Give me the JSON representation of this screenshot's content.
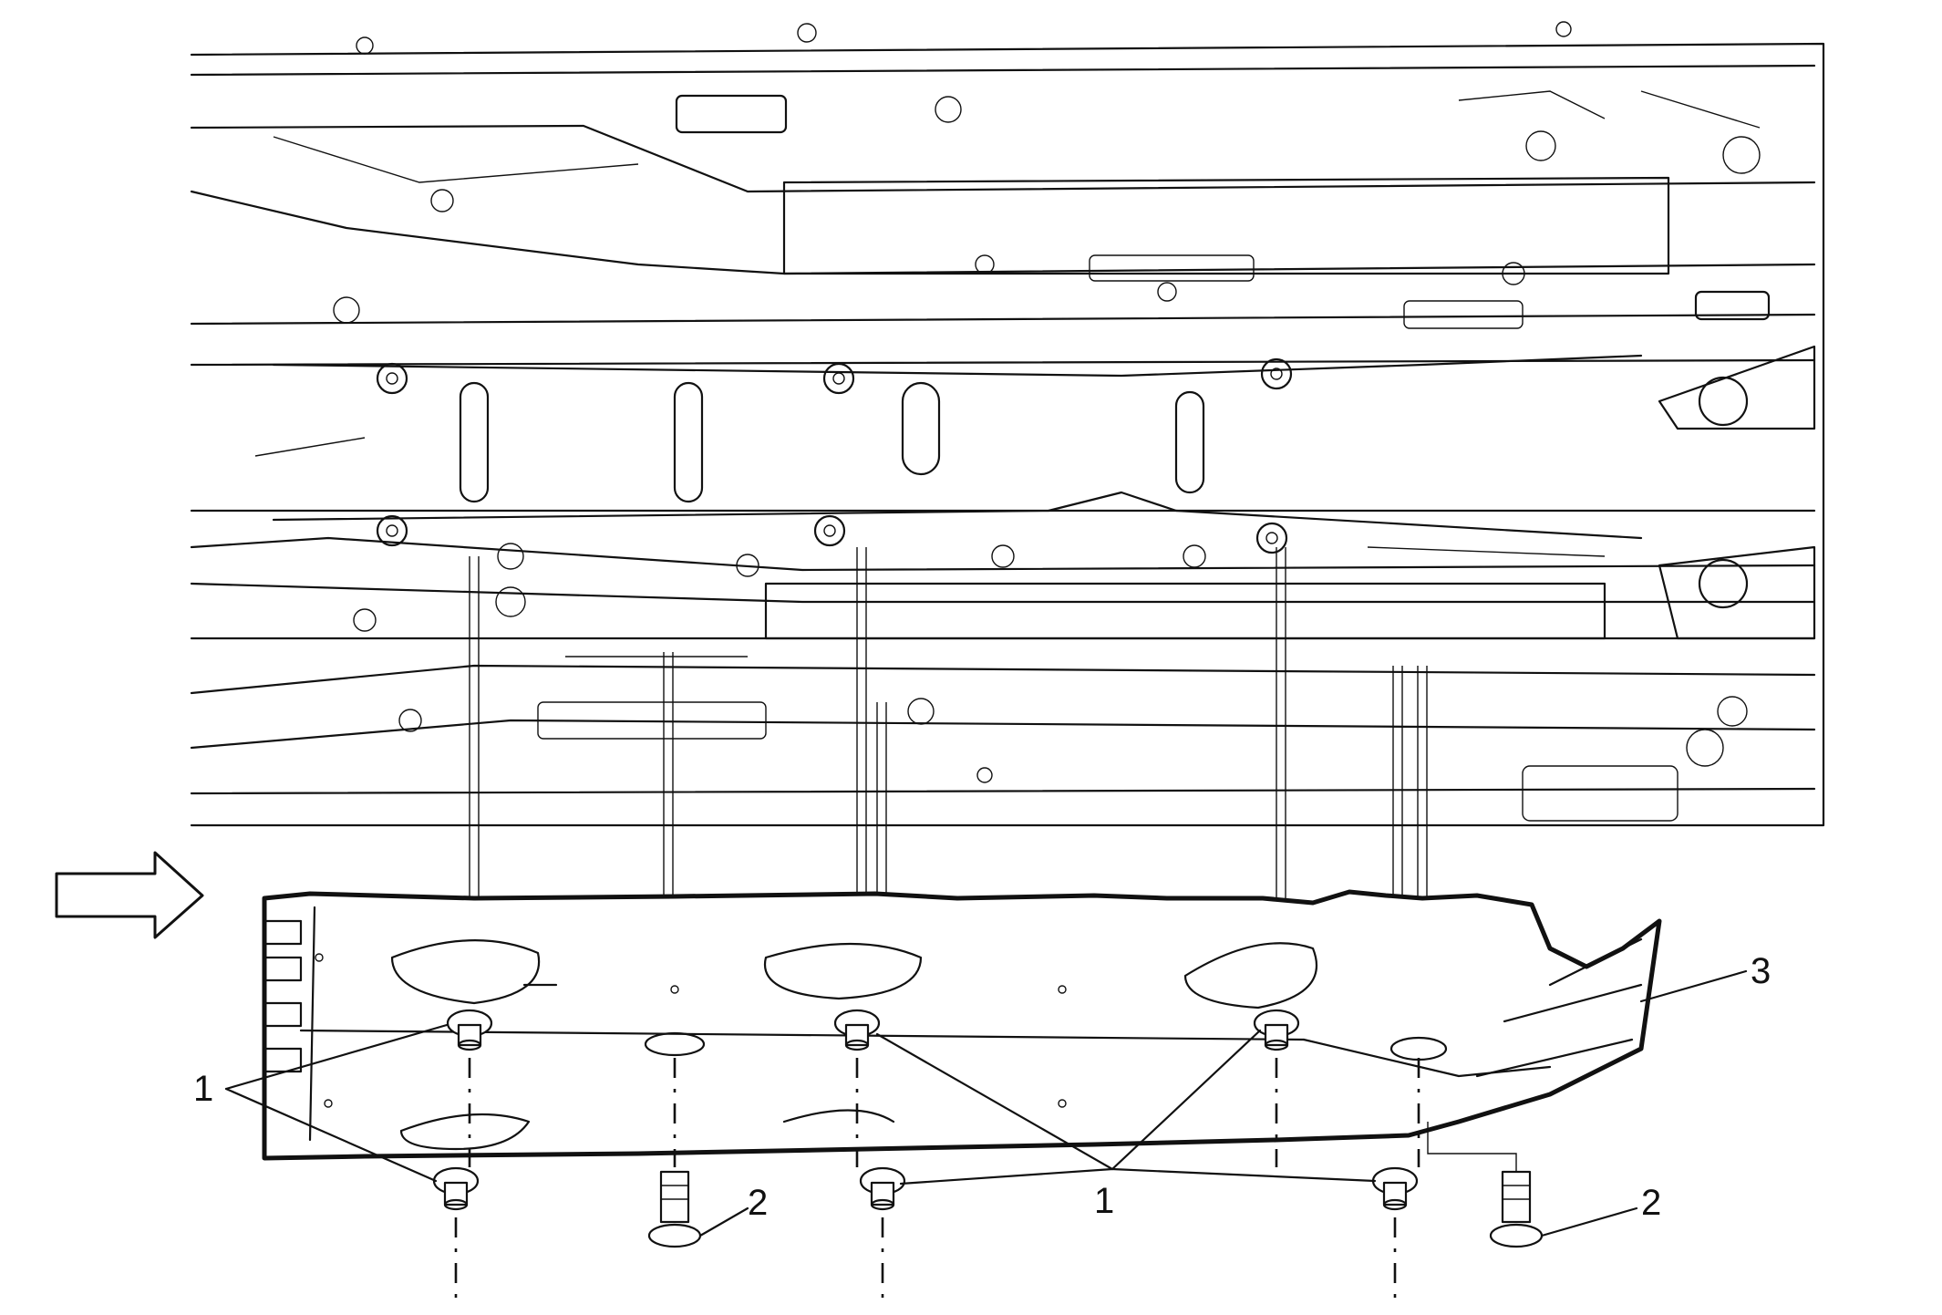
{
  "diagram": {
    "colors": {
      "line": "#111111",
      "background": "#ffffff"
    },
    "callouts": [
      {
        "id": "fastener-retainer",
        "label": "1"
      },
      {
        "id": "bolt",
        "label": "2"
      },
      {
        "id": "underbody-shield",
        "label": "3"
      }
    ],
    "direction_arrow": "right-arrow-icon"
  }
}
